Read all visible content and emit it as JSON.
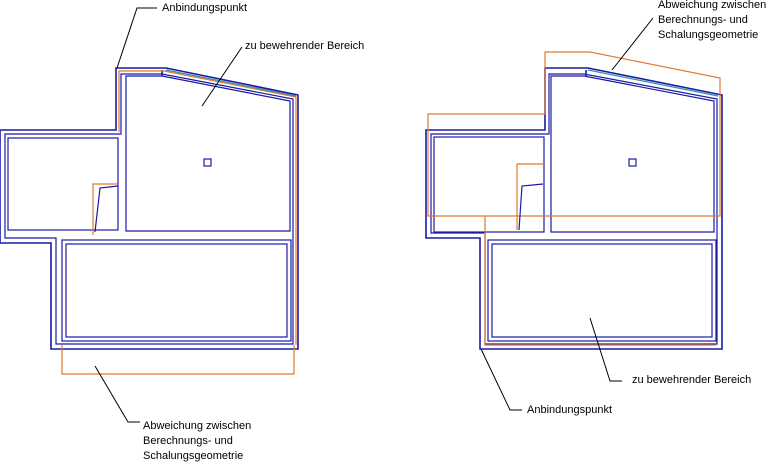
{
  "left_diagram": {
    "label_connection_point": "Anbindungspunkt",
    "label_area": "zu bewehrender Bereich",
    "label_deviation": [
      "Abweichung zwischen",
      "Berechnungs- und",
      "Schalungsgeometrie"
    ]
  },
  "right_diagram": {
    "label_connection_point": "Anbindungspunkt",
    "label_area": "zu bewehrender Bereich",
    "label_deviation": [
      "Abweichung zwischen",
      "Berechnungs- und",
      "Schalungsgeometrie"
    ]
  },
  "colors": {
    "formwork": "#1a1aa6",
    "calculation": "#e07a2e",
    "leader": "#000000"
  }
}
